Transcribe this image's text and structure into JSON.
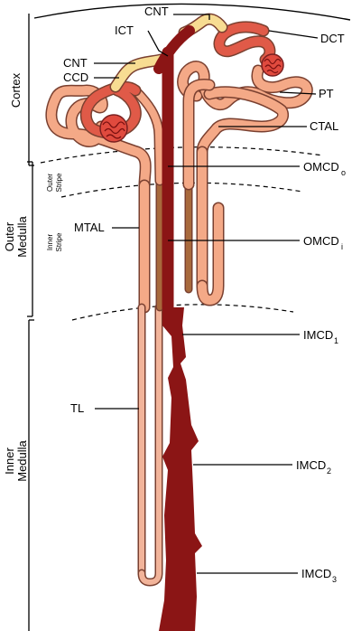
{
  "zones": {
    "cortex": "Cortex",
    "outer_medulla_line1": "Outer",
    "outer_medulla_line2": "Medulla",
    "inner_medulla_line1": "Inner",
    "inner_medulla_line2": "Medulla",
    "outer_stripe_line1": "Outer",
    "outer_stripe_line2": "Stripe",
    "inner_stripe_line1": "Inner",
    "inner_stripe_line2": "Stripe"
  },
  "labels": {
    "ict": "ICT",
    "cnt_top": "CNT",
    "cnt_left": "CNT",
    "ccd": "CCD",
    "dct": "DCT",
    "pt": "PT",
    "ctal": "CTAL",
    "mtal": "MTAL",
    "tl": "TL",
    "omcd_o_main": "OMCD",
    "omcd_o_sub": "o",
    "omcd_i_main": "OMCD",
    "omcd_i_sub": "i",
    "imcd1_main": "IMCD",
    "imcd1_sub": "1",
    "imcd2_main": "IMCD",
    "imcd2_sub": "2",
    "imcd3_main": "IMCD",
    "imcd3_sub": "3"
  },
  "colors": {
    "proximal_tubule": "#f4a987",
    "thin_limb": "#f2b49a",
    "medullary_thick_limb": "#a8693c",
    "distal_tubule": "#e05a48",
    "connecting_tubule": "#f7dc92",
    "collecting_duct": "#8b1515",
    "glomerulus": "#e04a3e"
  }
}
